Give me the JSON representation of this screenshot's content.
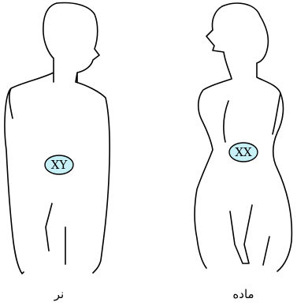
{
  "figures": [
    {
      "id": "male",
      "chromosomes": "XY",
      "caption": "نر"
    },
    {
      "id": "female",
      "chromosomes": "XX",
      "caption": "ماده"
    }
  ],
  "colors": {
    "outline": "#000000",
    "chromosome_fill": "#c8f0f7",
    "background": "#ffffff"
  }
}
